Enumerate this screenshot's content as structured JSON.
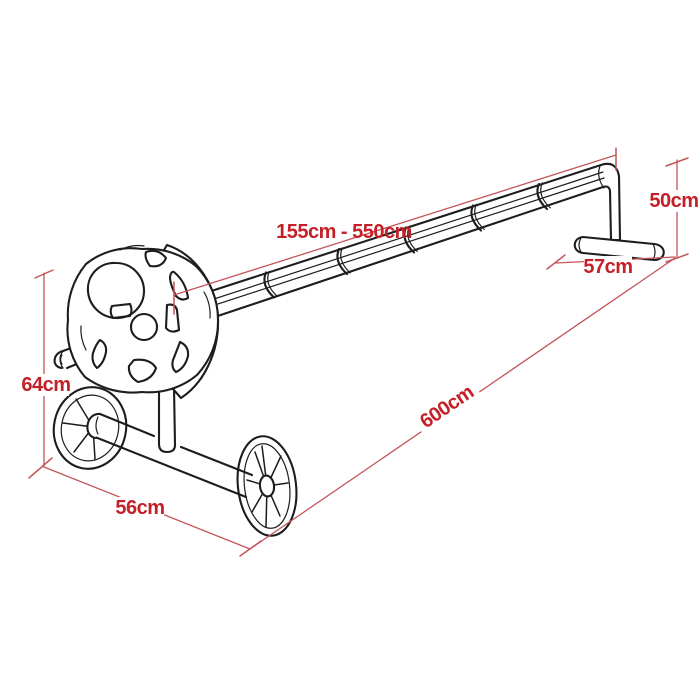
{
  "diagram": {
    "dimensions": {
      "tube_length_range": "155cm - 550cm",
      "stand_height": "50cm",
      "stand_foot_width": "57cm",
      "wheel_end_height": "64cm",
      "wheel_base_width": "56cm",
      "overall_length": "600cm"
    },
    "colors": {
      "line_art": "#1d1d1d",
      "dimension_line": "#c4555b",
      "dimension_text": "#c32027",
      "background": "#ffffff"
    }
  }
}
